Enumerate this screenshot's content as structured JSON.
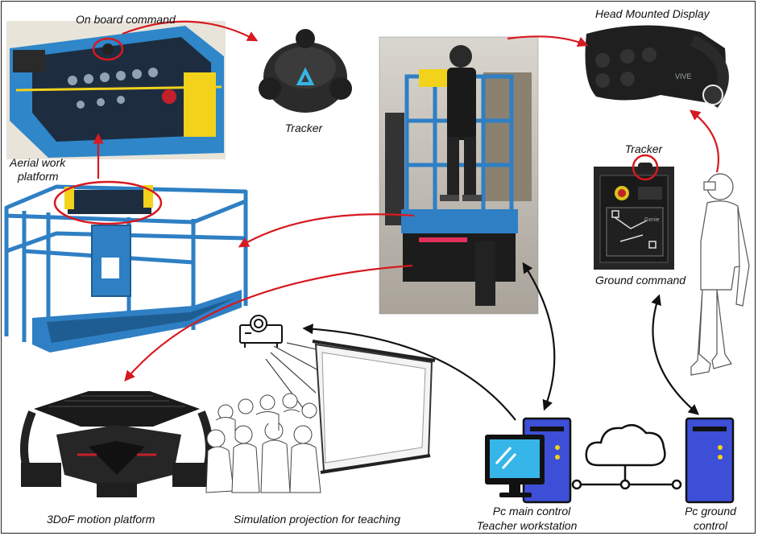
{
  "labels": {
    "on_board_command": "On board command",
    "tracker_top": "Tracker",
    "head_mounted_display": "Head Mounted Display",
    "tracker_right": "Tracker",
    "aerial_work_platform_line1": "Aerial work",
    "aerial_work_platform_line2": "platform",
    "ground_command": "Ground command",
    "motion_platform": "3DoF motion platform",
    "simulation_projection": "Simulation projection for teaching",
    "pc_main_line1": "Pc main control",
    "pc_main_line2": "Teacher workstation",
    "pc_ground_line1": "Pc ground",
    "pc_ground_line2": "control"
  },
  "photos": {
    "hmd_brand": "VIVE",
    "ground_panel_brand": "Genie"
  },
  "icons": {
    "projector": "projector-icon",
    "cloud": "cloud-network-icon",
    "pc_main": "desktop-computer-icon",
    "pc_ground": "tower-computer-icon"
  },
  "colors": {
    "red_arrow": "#d71920",
    "black_arrow": "#111111",
    "platform_blue": "#2f7fc4",
    "pc_blue": "#3d4fd6"
  }
}
